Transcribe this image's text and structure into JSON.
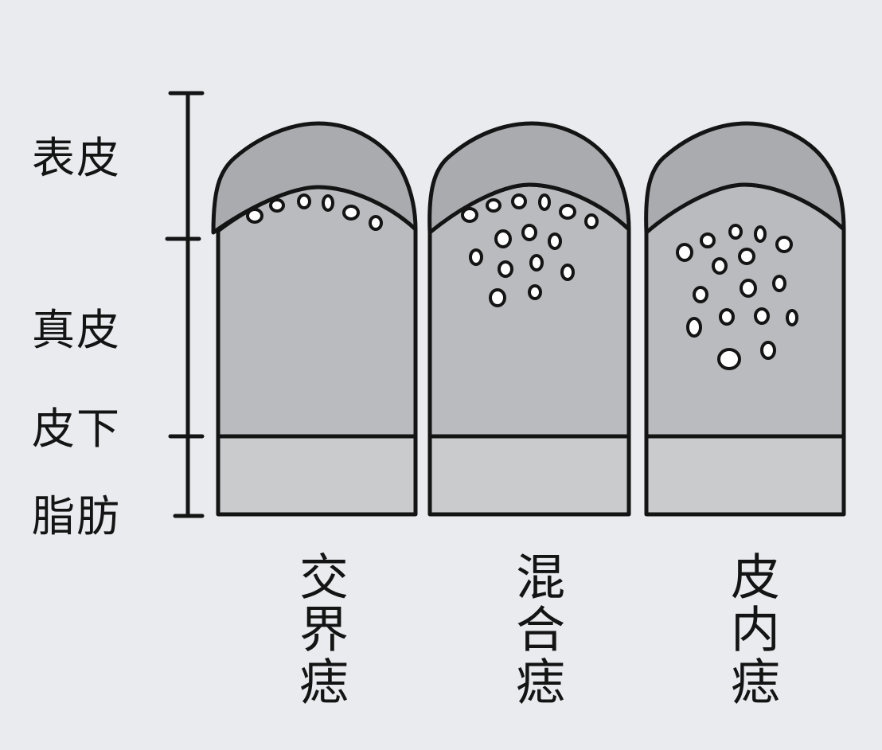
{
  "layers": {
    "epidermis": "表皮",
    "dermis": "真皮",
    "subcutaneous_1": "皮下",
    "subcutaneous_2": "脂肪"
  },
  "moles": [
    {
      "id": "junctional",
      "label": "交界痣",
      "nests_in": "epidermis-dermis junction"
    },
    {
      "id": "compound",
      "label": "混合痣",
      "nests_in": "junction and dermis"
    },
    {
      "id": "intradermal",
      "label": "皮内痣",
      "nests_in": "dermis"
    }
  ],
  "colors": {
    "background": "#e9ebee",
    "epidermis": "#a9abaf",
    "dermis": "#b9bbbe",
    "fat": "#c9cbcd",
    "outline": "#141414",
    "cell_fill": "#ffffff"
  }
}
